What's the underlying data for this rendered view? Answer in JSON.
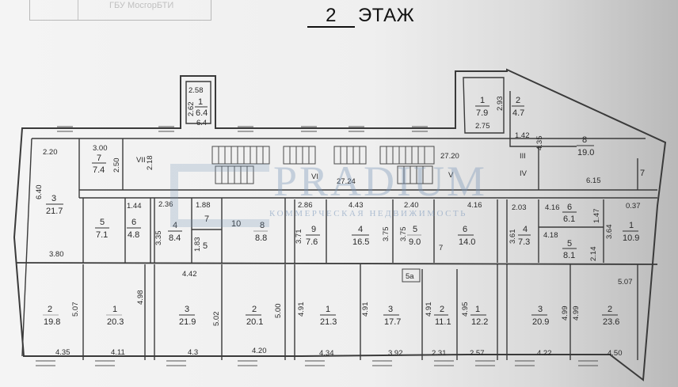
{
  "header": {
    "stamp_text": "ГБУ МосгорБТИ",
    "floor_number": "2",
    "floor_label": "ЭТАЖ"
  },
  "watermark": {
    "brand": "PRADIUM",
    "subtitle": "КОММЕРЧЕСКАЯ НЕДВИЖИМОСТЬ"
  },
  "corridor": {
    "length_left": "27.24",
    "length_right": "27.20",
    "numerals": [
      "VII",
      "VI",
      "V",
      "IV",
      "III"
    ]
  },
  "rooms": {
    "top_annex_1": {
      "num": "1",
      "area": "6.4",
      "dims": [
        "2.58",
        "2.62",
        "6.4"
      ]
    },
    "top_right_1": {
      "num": "1",
      "area": "7.9",
      "dims": [
        "2.93",
        "2.75"
      ]
    },
    "top_right_2": {
      "num": "2",
      "area": "4.7",
      "dims": [
        "1.42"
      ]
    },
    "top_right_8": {
      "num": "8",
      "area": "19.0",
      "dims": [
        "4.35",
        "6.15"
      ]
    },
    "top_right_7": {
      "num": "7",
      "area": ""
    },
    "left_7": {
      "num": "7",
      "area": "7.4",
      "dims": [
        "3.00",
        "2.50",
        "2.18"
      ]
    },
    "left_3": {
      "num": "3",
      "area": "21.7",
      "dims": [
        "2.20",
        "6.40",
        "3.80"
      ]
    },
    "left_5": {
      "num": "5",
      "area": "7.1"
    },
    "left_6": {
      "num": "6",
      "area": "4.8",
      "dims": [
        "1.44"
      ]
    },
    "left_4": {
      "num": "4",
      "area": ""
    },
    "b2_4": {
      "num": "4",
      "area": "8.4",
      "dims": [
        "2.36",
        "3.35"
      ]
    },
    "b2_7": {
      "num": "7",
      "area": "",
      "dims": [
        "1.88"
      ]
    },
    "b2_5": {
      "num": "5",
      "area": "",
      "dims": [
        "1.83"
      ]
    },
    "b2_10": {
      "num": "10",
      "area": ""
    },
    "b2_8": {
      "num": "8",
      "area": "8.8"
    },
    "c_9": {
      "num": "9",
      "area": "7.6",
      "dims": [
        "2.86",
        "3.71"
      ]
    },
    "c_4": {
      "num": "4",
      "area": "16.5",
      "dims": [
        "4.43",
        "3.75"
      ]
    },
    "c_5": {
      "num": "5",
      "area": "9.0",
      "dims": [
        "2.40",
        "3.75"
      ]
    },
    "c_6": {
      "num": "6",
      "area": "14.0",
      "dims": [
        "4.16"
      ]
    },
    "c_7": {
      "num": "7",
      "area": ""
    },
    "c_5a": {
      "num": "5а",
      "area": ""
    },
    "r_4": {
      "num": "4",
      "area": "7.3",
      "dims": [
        "2.03",
        "3.61"
      ]
    },
    "r_6": {
      "num": "6",
      "area": "6.1",
      "dims": [
        "4.16",
        "1.47"
      ]
    },
    "r_5": {
      "num": "5",
      "area": "8.1",
      "dims": [
        "4.18",
        "2.14"
      ]
    },
    "r_1": {
      "num": "1",
      "area": "10.9",
      "dims": [
        "0.37",
        "3.64"
      ]
    },
    "bot_2": {
      "num": "2",
      "area": "19.8",
      "dims": [
        "5.07",
        "4.35"
      ]
    },
    "bot_1": {
      "num": "1",
      "area": "20.3",
      "dims": [
        "4.98",
        "4.11"
      ]
    },
    "bot_3": {
      "num": "3",
      "area": "21.9",
      "dims": [
        "4.42",
        "5.02",
        "4.3"
      ]
    },
    "bot_2b": {
      "num": "2",
      "area": "20.1",
      "dims": [
        "5.00",
        "4.20"
      ]
    },
    "bot_1c": {
      "num": "1",
      "area": "21.3",
      "dims": [
        "4.91",
        "4.34"
      ]
    },
    "bot_3c": {
      "num": "3",
      "area": "17.7",
      "dims": [
        "4.91",
        "3.92"
      ]
    },
    "bot_2c": {
      "num": "2",
      "area": "11.1",
      "dims": [
        "4.91",
        "2.31"
      ]
    },
    "bot_1d": {
      "num": "1",
      "area": "12.2",
      "dims": [
        "4.95",
        "2.57"
      ]
    },
    "bot_3r": {
      "num": "3",
      "area": "20.9",
      "dims": [
        "4.99",
        "4.22"
      ]
    },
    "bot_2r": {
      "num": "2",
      "area": "23.6",
      "dims": [
        "4.99",
        "5.07",
        "4.50"
      ]
    }
  }
}
